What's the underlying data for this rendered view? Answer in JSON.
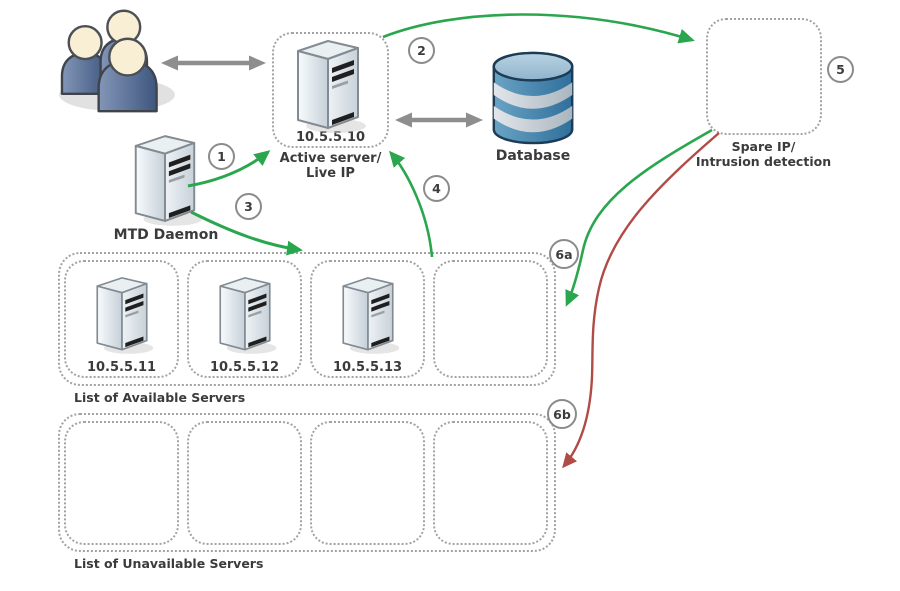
{
  "colors": {
    "green": "#2aa64e",
    "red": "#b14b46",
    "gray": "#8e8e8e",
    "dotted_border": "#a2a2a2",
    "text": "#3b3b3b"
  },
  "nodes": {
    "active_server": {
      "ip": "10.5.5.10",
      "caption_line1": "Active server/",
      "caption_line2": "Live IP"
    },
    "database": {
      "caption": "Database"
    },
    "spare": {
      "caption_line1": "Spare IP/",
      "caption_line2": "Intrusion detection"
    },
    "mtd_daemon": {
      "caption": "MTD Daemon"
    },
    "available_servers": {
      "caption": "List of Available Servers",
      "items": [
        "10.5.5.11",
        "10.5.5.12",
        "10.5.5.13"
      ]
    },
    "unavailable_servers": {
      "caption": "List of Unavailable Servers"
    }
  },
  "steps": {
    "s1": "1",
    "s2": "2",
    "s3": "3",
    "s4": "4",
    "s5": "5",
    "s6a": "6a",
    "s6b": "6b"
  }
}
